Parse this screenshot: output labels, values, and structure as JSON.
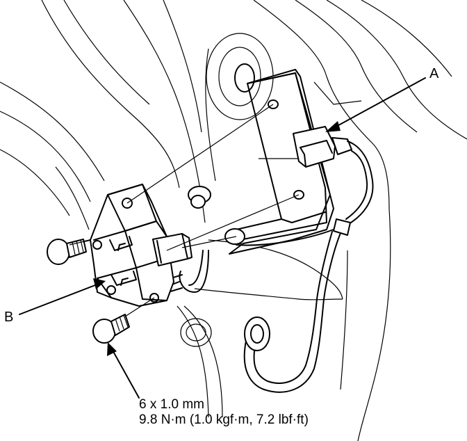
{
  "callouts": {
    "a": "A",
    "b": "B"
  },
  "fastener_spec": {
    "size": "6 x 1.0 mm",
    "torque": "9.8 N·m (1.0 kgf·m, 7.2 lbf·ft)"
  },
  "colors": {
    "line": "#000000",
    "background": "#ffffff"
  }
}
